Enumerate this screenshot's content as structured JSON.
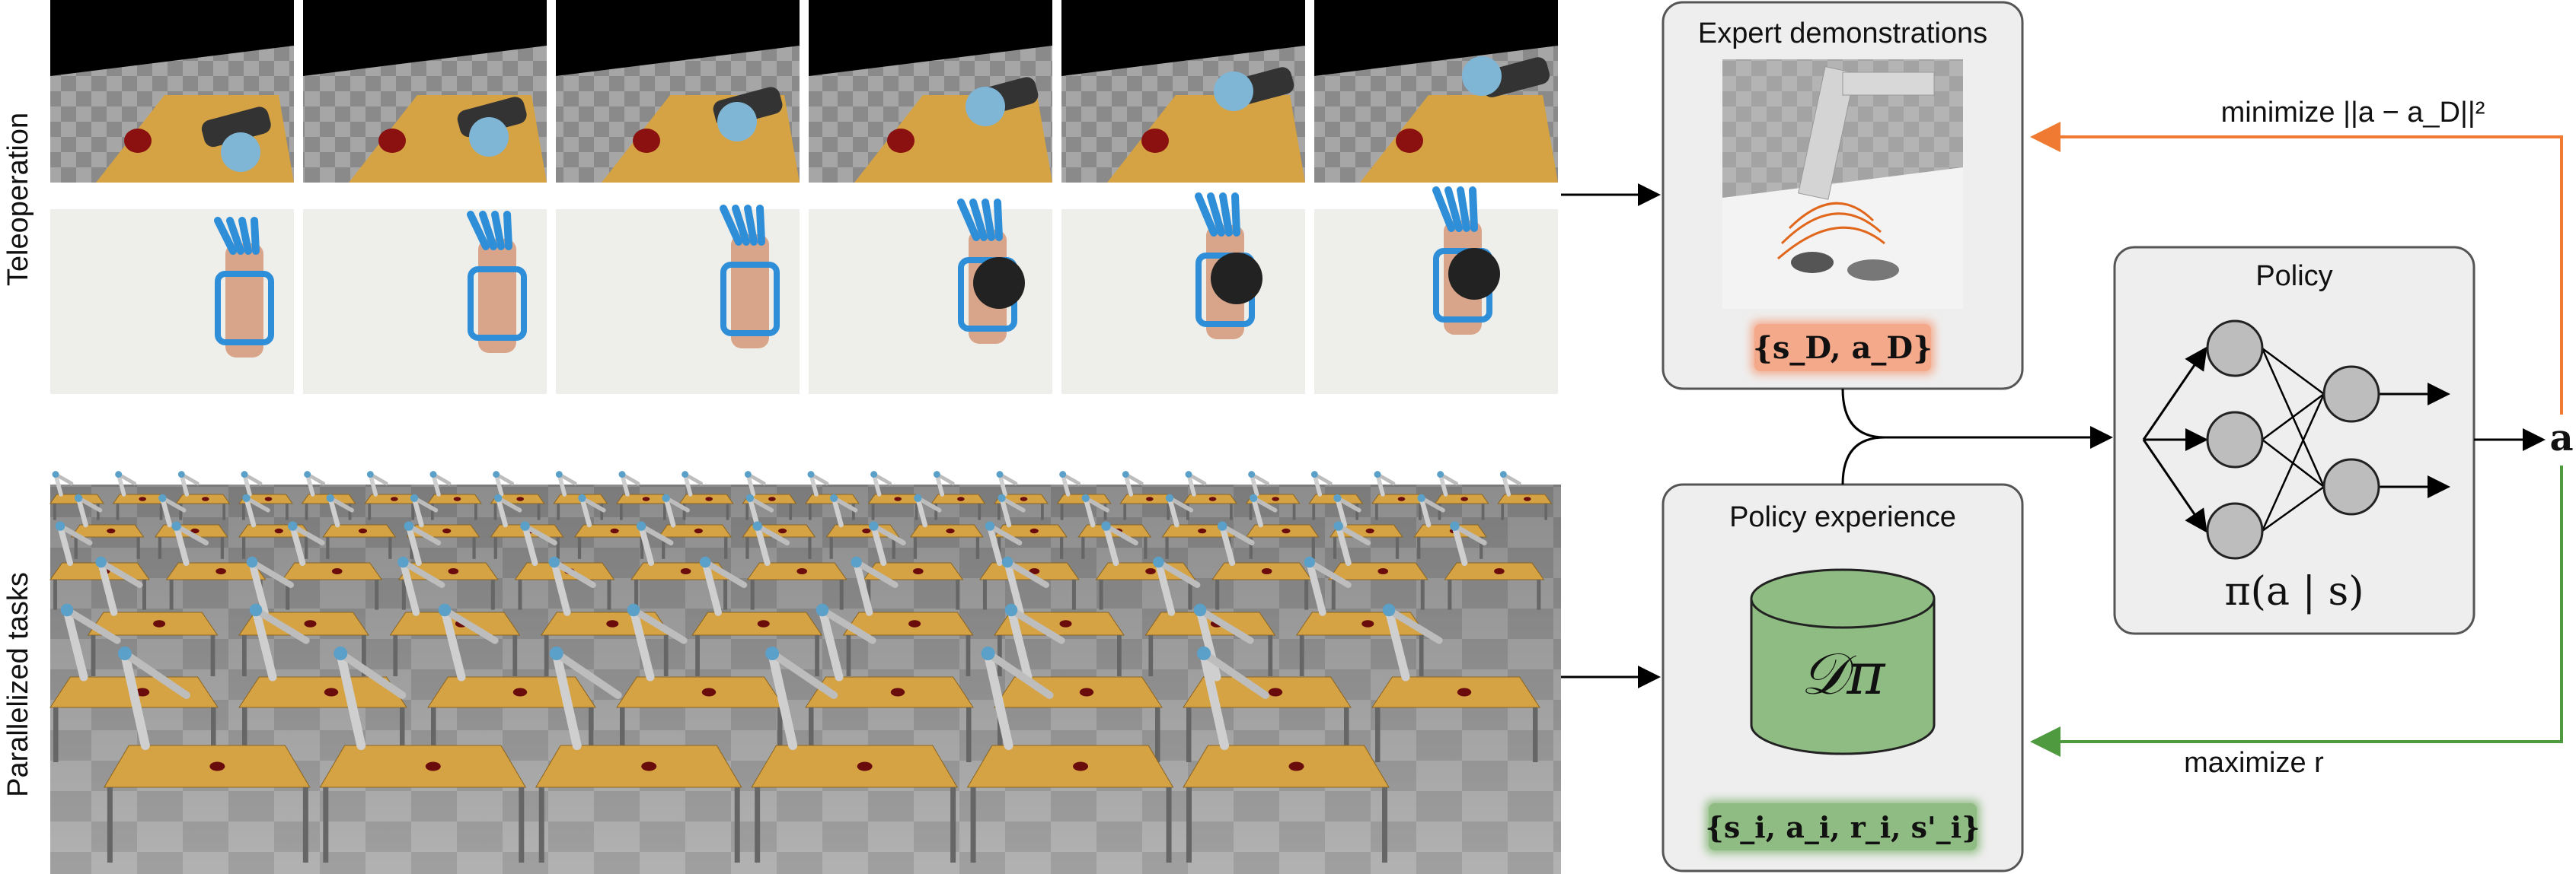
{
  "figure": {
    "row_labels": {
      "teleoperation": "Teleoperation",
      "parallelized": "Parallelized tasks"
    },
    "teleop_frames": {
      "sim_count": 6,
      "hand_count": 6
    },
    "expert_box": {
      "title": "Expert demonstrations",
      "dataset_label": "{s_D, a_D}"
    },
    "experience_box": {
      "title": "Policy experience",
      "buffer_symbol": "𝒟π",
      "dataset_label": "{s_i, a_i, r_i, s'_i}"
    },
    "policy_box": {
      "title": "Policy",
      "formula": "π(a | s)"
    },
    "loss_labels": {
      "minimize": "minimize ||a − a_D||²",
      "maximize": "maximize r"
    },
    "output_symbol": "a",
    "colors": {
      "orange": "#f07a32",
      "green": "#4f9a3f",
      "orange_fill": "#f4a98a",
      "green_fill": "#8fbc82",
      "box_fill": "#eeeeee",
      "box_stroke": "#555555",
      "node_fill": "#bdbdbd",
      "table_wood": "#d6a344",
      "floor_light": "#9a9a9a",
      "floor_dark": "#7a7a7a",
      "glove_blue": "#2f8ed8",
      "wall": "#eeeeea"
    }
  }
}
